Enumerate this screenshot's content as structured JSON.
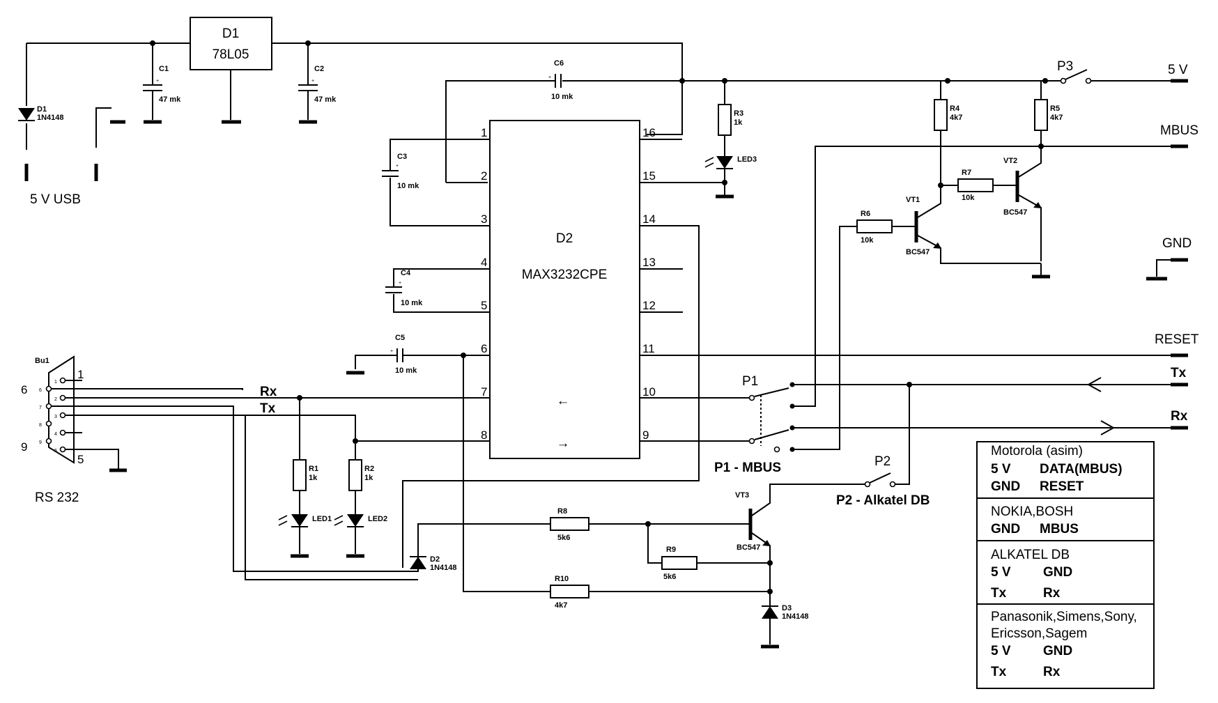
{
  "regulator": {
    "ref": "D1",
    "part": "78L05"
  },
  "ic": {
    "ref": "D2",
    "part": "MAX3232CPE",
    "pins_left": [
      "1",
      "2",
      "3",
      "4",
      "5",
      "6",
      "7",
      "8"
    ],
    "pins_right": [
      "16",
      "15",
      "14",
      "13",
      "12",
      "11",
      "10",
      "9"
    ],
    "arrow_left": "←",
    "arrow_right": "→"
  },
  "capacitors": {
    "c1": {
      "ref": "C1",
      "value": "47 mk"
    },
    "c2": {
      "ref": "C2",
      "value": "47 mk"
    },
    "c3": {
      "ref": "C3",
      "value": "10 mk"
    },
    "c4": {
      "ref": "C4",
      "value": "10 mk"
    },
    "c5": {
      "ref": "C5",
      "value": "10 mk"
    },
    "c6": {
      "ref": "C6",
      "value": "10 mk"
    },
    "plus": "+"
  },
  "diodes": {
    "d1": {
      "ref": "D1",
      "part": "1N4148"
    },
    "d2": {
      "ref": "D2",
      "part": "1N4148"
    },
    "d3": {
      "ref": "D3",
      "part": "1N4148"
    }
  },
  "resistors": {
    "r1": {
      "ref": "R1",
      "value": "1k"
    },
    "r2": {
      "ref": "R2",
      "value": "1k"
    },
    "r3": {
      "ref": "R3",
      "value": "1k"
    },
    "r4": {
      "ref": "R4",
      "value": "4k7"
    },
    "r5": {
      "ref": "R5",
      "value": "4k7"
    },
    "r6": {
      "ref": "R6",
      "value": "10k"
    },
    "r7": {
      "ref": "R7",
      "value": "10k"
    },
    "r8": {
      "ref": "R8",
      "value": "5k6"
    },
    "r9": {
      "ref": "R9",
      "value": "5k6"
    },
    "r10": {
      "ref": "R10",
      "value": "4k7"
    }
  },
  "leds": {
    "led1": "LED1",
    "led2": "LED2",
    "led3": "LED3"
  },
  "transistors": {
    "vt1": {
      "ref": "VT1",
      "part": "BC547"
    },
    "vt2": {
      "ref": "VT2",
      "part": "BC547"
    },
    "vt3": {
      "ref": "VT3",
      "part": "BC547"
    }
  },
  "connector": {
    "ref": "Bu1",
    "name": "RS 232",
    "pin1": "1",
    "pin5": "5",
    "pin6": "6",
    "pin9": "9",
    "small_pins": [
      "1",
      "6",
      "2",
      "7",
      "3",
      "8",
      "4",
      "9",
      "5"
    ]
  },
  "usb_label": "5 V  USB",
  "signals": {
    "rx": "Rx",
    "tx": "Tx"
  },
  "switches": {
    "p1": "P1",
    "p2": "P2",
    "p3": "P3",
    "p1_caption": "P1 - MBUS",
    "p2_caption": "P2 - Alkatel DB"
  },
  "outputs": {
    "v5": "5 V",
    "mbus": "MBUS",
    "gnd": "GND",
    "reset": "RESET",
    "tx": "Tx",
    "rx": "Rx"
  },
  "legend": {
    "motorola": {
      "title": "Motorola (asim)",
      "row1a": "5 V",
      "row1b": "DATA(MBUS)",
      "row2a": "GND",
      "row2b": "RESET"
    },
    "nokia": {
      "title": "NOKIA,BOSH",
      "row1a": "GND",
      "row1b": "MBUS"
    },
    "alkatel": {
      "title": "ALKATEL DB",
      "row1a": "5 V",
      "row1b": "GND",
      "row2a": "Tx",
      "row2b": "Rx"
    },
    "panasonic": {
      "title_line1": "Panasonik,Simens,Sony,",
      "title_line2": "Ericsson,Sagem",
      "row1a": "5 V",
      "row1b": "GND",
      "row2a": "Tx",
      "row2b": "Rx"
    }
  }
}
